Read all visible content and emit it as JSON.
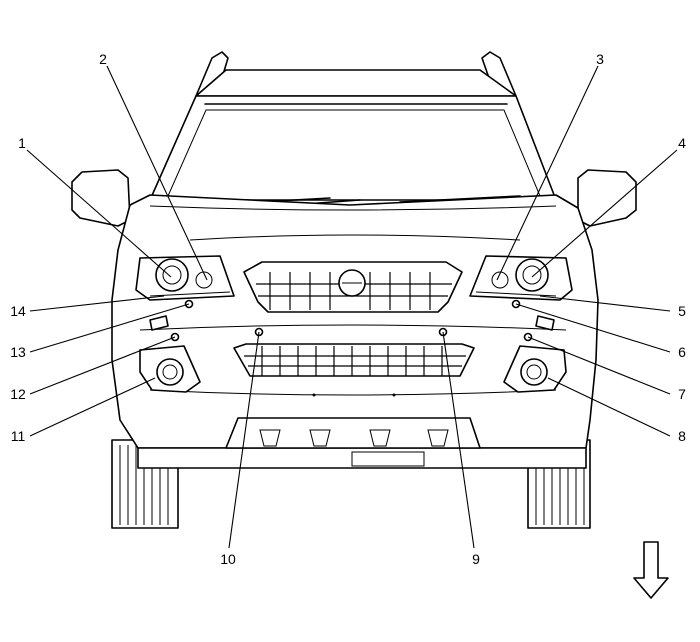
{
  "callouts": [
    {
      "id": "1",
      "label": "1"
    },
    {
      "id": "2",
      "label": "2"
    },
    {
      "id": "3",
      "label": "3"
    },
    {
      "id": "4",
      "label": "4"
    },
    {
      "id": "5",
      "label": "5"
    },
    {
      "id": "6",
      "label": "6"
    },
    {
      "id": "7",
      "label": "7"
    },
    {
      "id": "8",
      "label": "8"
    },
    {
      "id": "9",
      "label": "9"
    },
    {
      "id": "10",
      "label": "10"
    },
    {
      "id": "11",
      "label": "11"
    },
    {
      "id": "12",
      "label": "12"
    },
    {
      "id": "13",
      "label": "13"
    },
    {
      "id": "14",
      "label": "14"
    }
  ],
  "direction_arrow": {
    "icon": "down-arrow-icon"
  }
}
